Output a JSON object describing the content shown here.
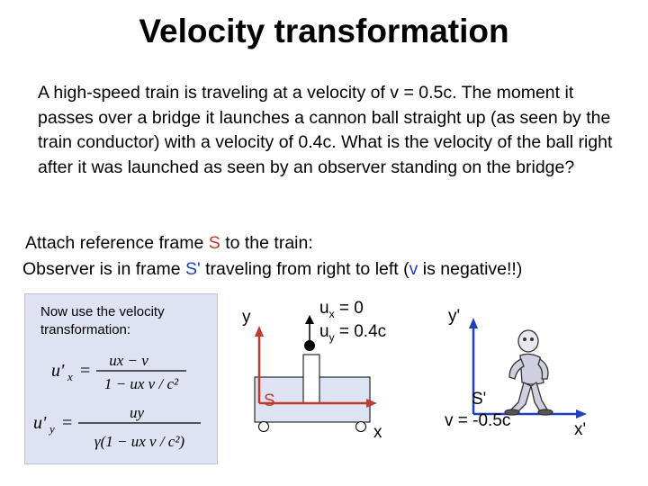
{
  "slide": {
    "title": "Velocity transformation",
    "problem": "A high-speed train is traveling at a velocity of v = 0.5c. The moment it passes over a bridge it launches a cannon ball straight up (as seen by the train conductor) with a velocity of 0.4c. What is the velocity of the ball right after it was launched as seen by an observer standing on the bridge?",
    "line1": {
      "before": "Attach reference frame ",
      "frame": "S",
      "after": " to the train:"
    },
    "line2": {
      "before": "Observer is in frame ",
      "frame": "S'",
      "mid": " traveling from right to left (",
      "var": "v",
      "after": " is negative!!)"
    },
    "box_label": "Now use the velocity transformation:",
    "formula1": {
      "lhs": "u'",
      "lhs_sub": "x",
      "eq": "=",
      "num": "ux − v",
      "den": "1 − ux v / c²"
    },
    "formula2": {
      "lhs": "u'",
      "lhs_sub": "y",
      "eq": "=",
      "num": "uy",
      "den": "γ(1 − ux v / c²)"
    },
    "diagram": {
      "ux_label": "u",
      "ux_sub": "x",
      "ux_value": " = 0",
      "uy_label": "u",
      "uy_sub": "y",
      "uy_value": " = 0.4c",
      "y_label": "y",
      "x_label": "x",
      "s_label": "S",
      "yp_label": "y'",
      "xp_label": "x'",
      "sp_label": "S'",
      "v_label": "v = -0.5c"
    },
    "colors": {
      "accent_red": "#c0392b",
      "accent_blue": "#1f3fbf",
      "box_bg": "#dde3f2"
    }
  }
}
